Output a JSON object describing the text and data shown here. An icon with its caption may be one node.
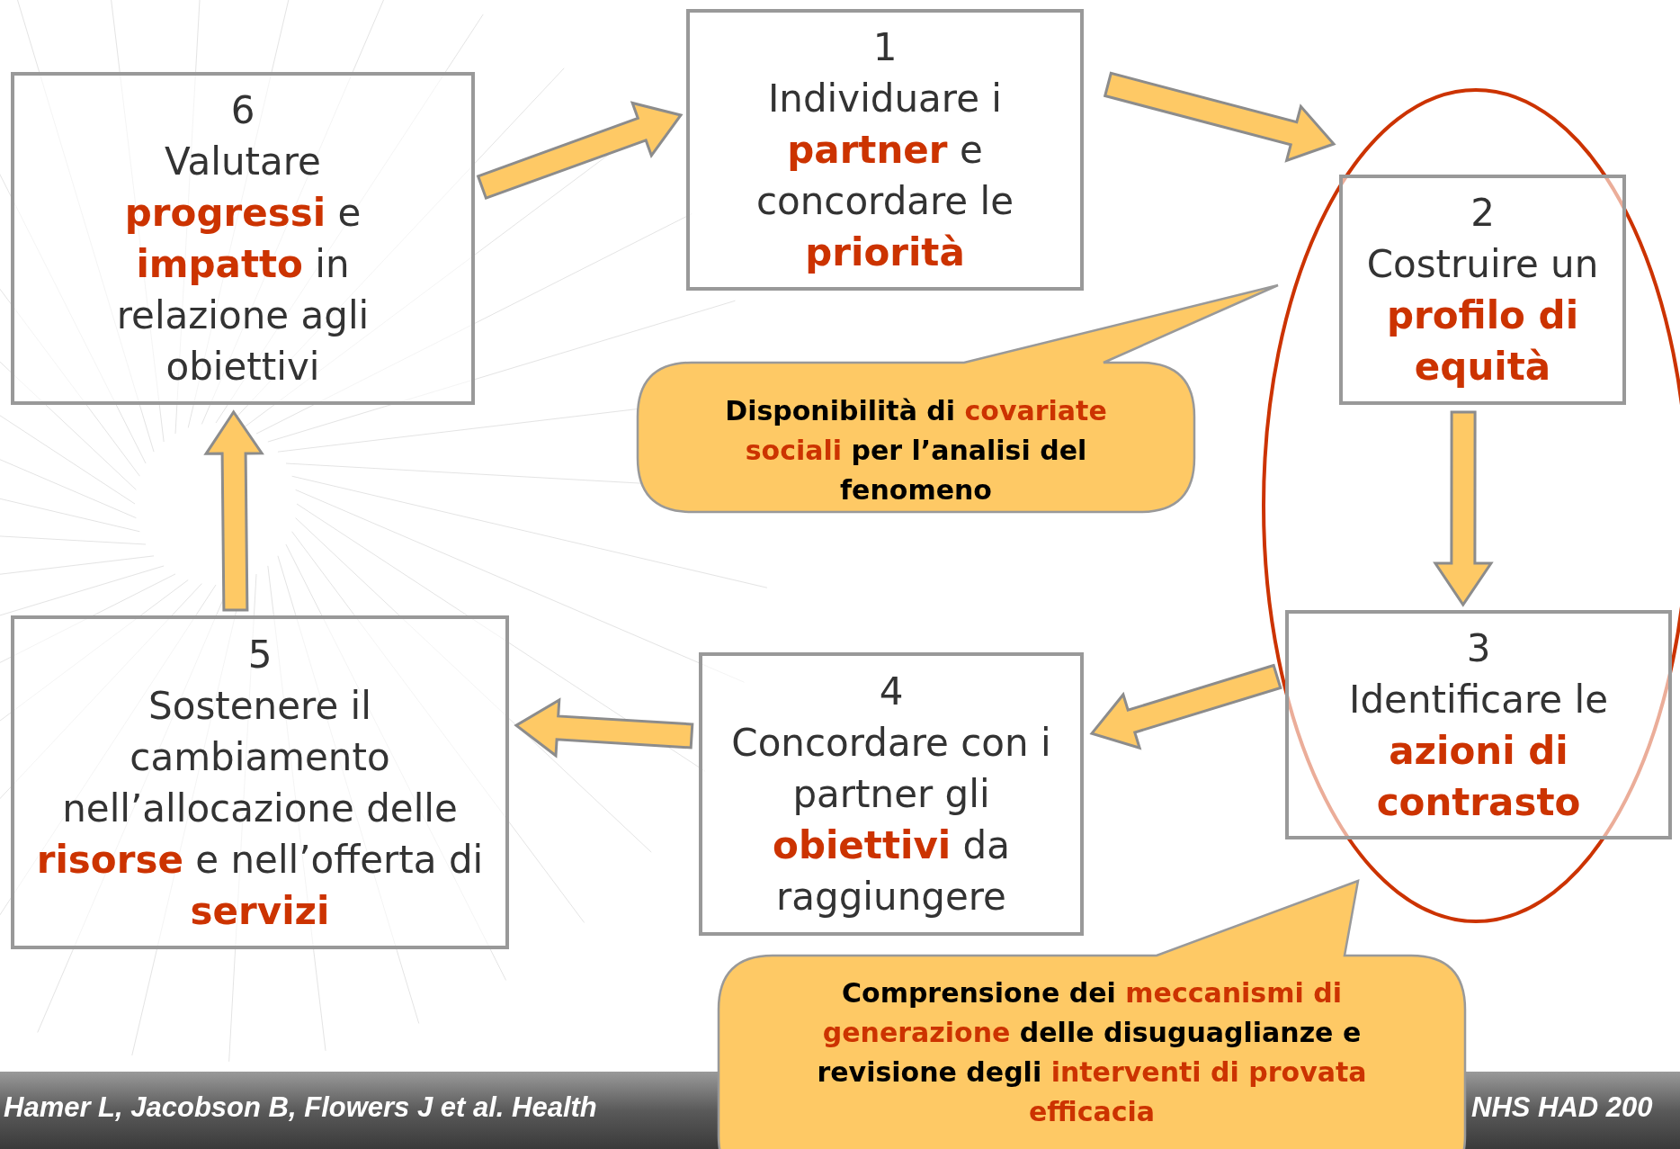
{
  "diagram": {
    "nodes": [
      {
        "text": [
          "1",
          "Individuare i **partner** e concordare le **priorità**"
        ]
      },
      {
        "text": [
          "2",
          "Costruire un **profilo di equità**"
        ]
      },
      {
        "text": [
          "Disponibilità di **covariate sociali** per l’analisi del fenomeno"
        ]
      },
      {
        "text": [
          "3",
          "Identificare le **azioni di contrasto**"
        ]
      },
      {
        "text": [
          "4",
          "Concordare con i partner gli **obiettivi** da raggiungere"
        ]
      },
      {
        "text": [
          "5",
          "Sostenere il cambiamento nell’allocazione delle **risorse** e nell’offerta di **servizi**"
        ]
      },
      {
        "text": [
          "6",
          "Valutare **progressi** e **impatto** in relazione agli obiettivi"
        ]
      },
      {
        "text": [
          "Comprensione dei **meccanismi di generazione** delle disuguaglianze e revisione degli **interventi di provata efficacia**"
        ]
      }
    ],
    "edges": [
      {
        "from": 6,
        "to": 0,
        "arrow": "to"
      },
      {
        "from": 0,
        "to": 1,
        "arrow": "to"
      },
      {
        "from": 1,
        "to": 3,
        "arrow": "to"
      },
      {
        "from": 3,
        "to": 4,
        "arrow": "to"
      },
      {
        "from": 4,
        "to": 5,
        "arrow": "to"
      },
      {
        "from": 5,
        "to": 6,
        "arrow": "to"
      }
    ],
    "labels": [
      "Hamer L, Jacobson B, Flowers J et al. Health",
      "NHS HAD 200"
    ]
  }
}
